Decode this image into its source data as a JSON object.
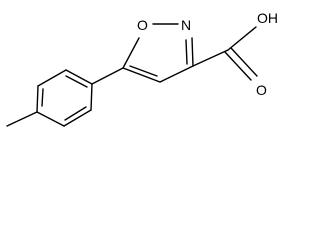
{
  "molecule": {
    "atoms": {
      "ring_oxygen": "O",
      "ring_nitrogen": "N",
      "hydroxyl": "OH",
      "carbonyl_oxygen": "O"
    }
  },
  "colors": {
    "bond": "#000000",
    "label": "#000000",
    "background": "#ffffff"
  }
}
